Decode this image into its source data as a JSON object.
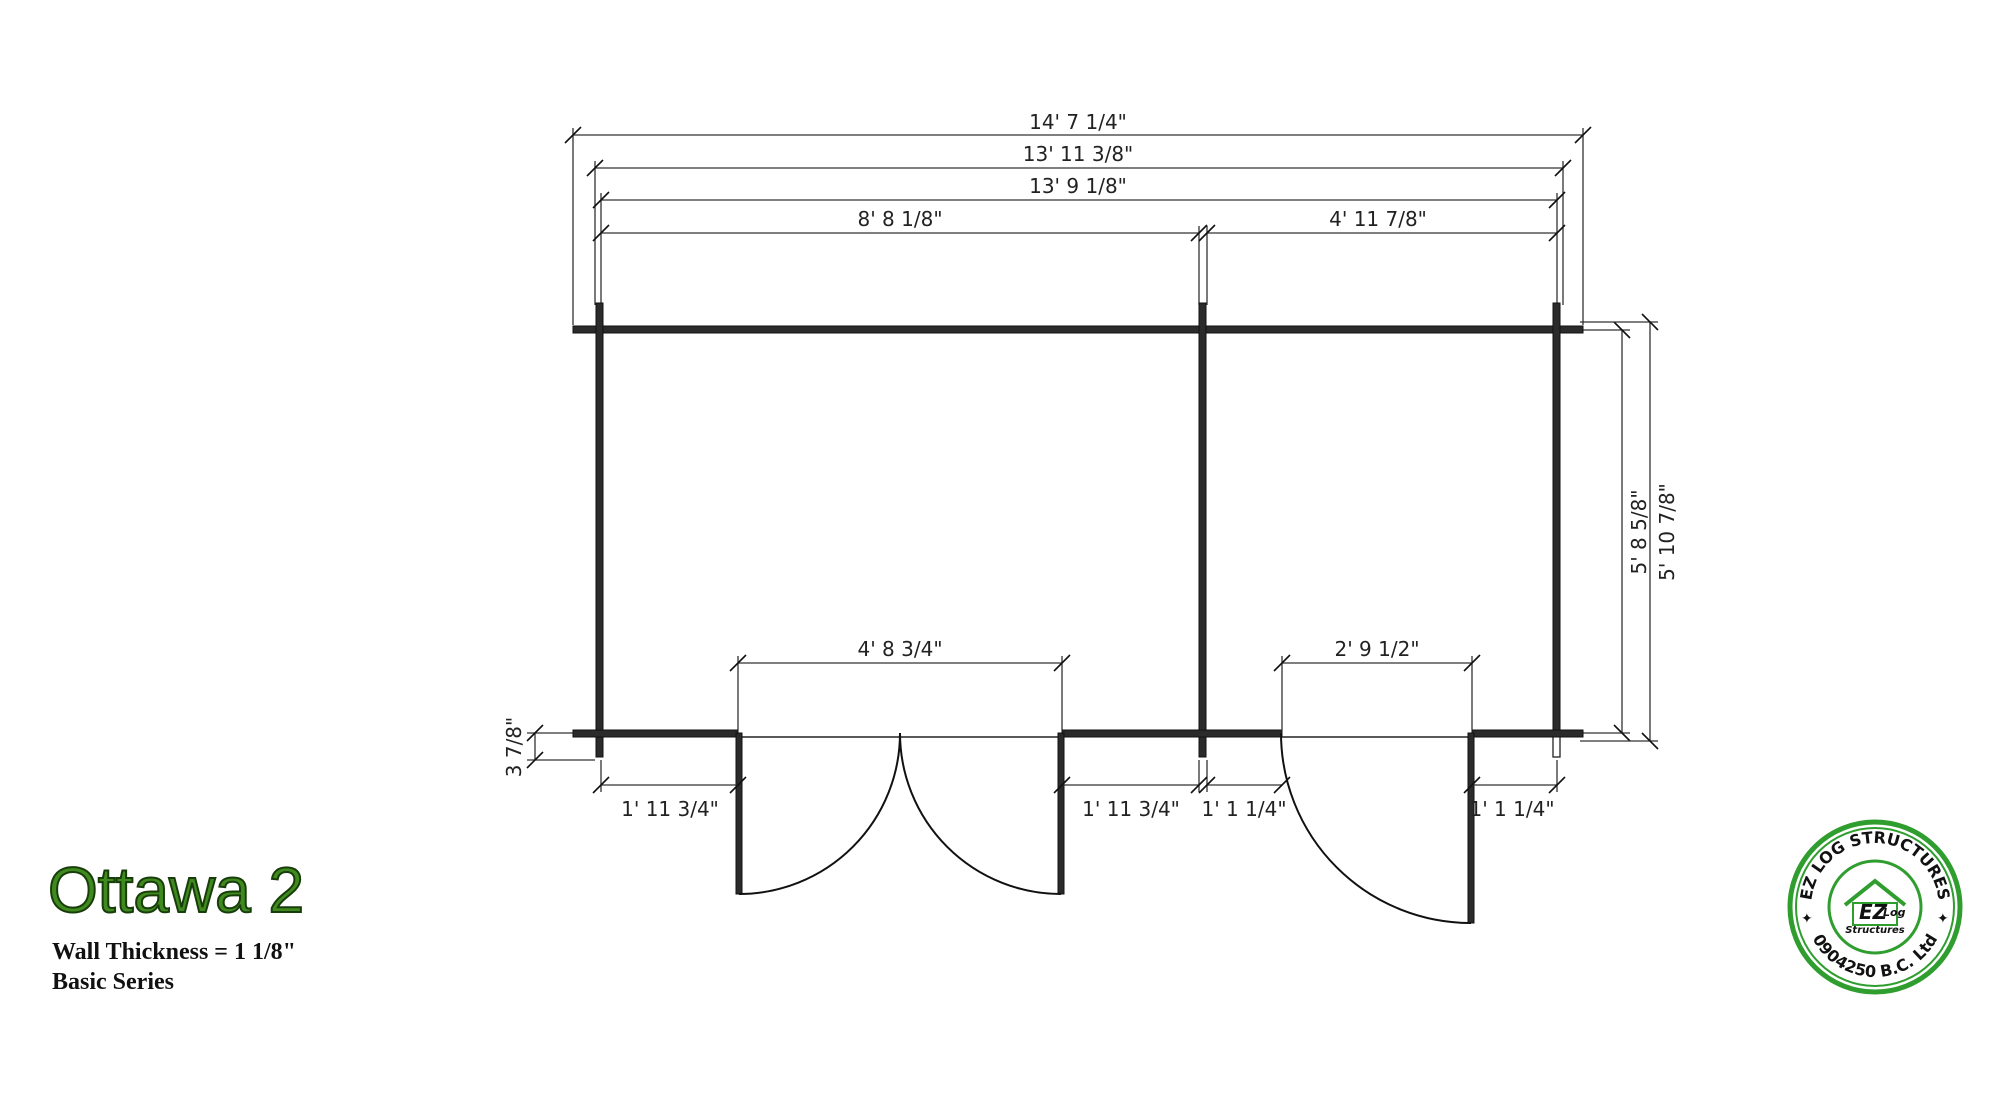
{
  "title": "Ottawa 2",
  "subtitle_wall": "Wall Thickness = 1 1/8\"",
  "subtitle_series": "Basic Series",
  "dimensions": {
    "overall_outer": "14' 7 1/4\"",
    "overall_mid": "13' 11 3/8\"",
    "overall_inner": "13' 9 1/8\"",
    "left_room": "8' 8 1/8\"",
    "right_room": "4' 11 7/8\"",
    "depth_inner": "5' 8 5/8\"",
    "depth_outer": "5' 10 7/8\"",
    "double_door_opening": "4' 8 3/4\"",
    "single_door_opening": "2' 9 1/2\"",
    "overhang": "3 7/8\"",
    "seg_left_of_double_door": "1' 11 3/4\"",
    "seg_right_of_double_door": "1' 11 3/4\"",
    "seg_left_of_single_door": "1' 1 1/4\"",
    "seg_right_of_single_door": "1' 1 1/4\""
  },
  "logo": {
    "top_text": "EZ LOG STRUCTURES",
    "bottom_text": "0904250 B.C. Ltd",
    "mark_ez": "EZ",
    "mark_log": "Log",
    "mark_structures": "Structures",
    "ring_color": "#2f9e2f"
  },
  "colors": {
    "title_fill": "#3f8a1f",
    "wall": "#2b2b2b"
  }
}
